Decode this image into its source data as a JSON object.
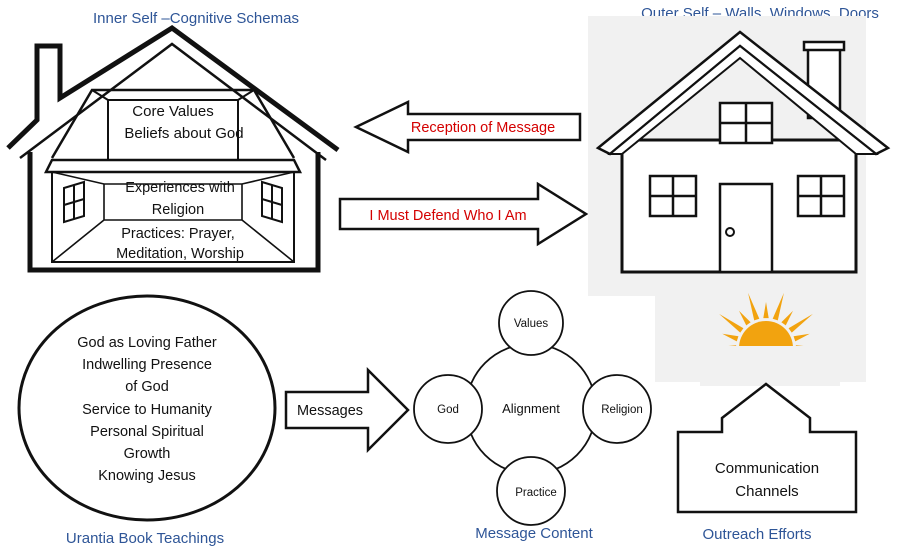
{
  "inner_self": {
    "title": "Inner Self –Cognitive Schemas",
    "attic_lines": [
      "Core Values",
      "Beliefs about God"
    ],
    "room_lines": [
      "Experiences with",
      "Religion",
      "Practices: Prayer,",
      "Meditation, Worship"
    ]
  },
  "outer_self": {
    "title": "Outer Self – Walls, Windows, Doors"
  },
  "arrows": {
    "reception": "Reception of Message",
    "defend": "I Must Defend Who I Am",
    "messages": "Messages"
  },
  "teachings": {
    "caption": "Urantia Book Teachings",
    "lines": [
      "God as Loving Father",
      "Indwelling Presence",
      "of God",
      "Service to Humanity",
      "Personal Spiritual",
      "Growth",
      "Knowing Jesus"
    ]
  },
  "message_content": {
    "caption": "Message Content",
    "center": "Alignment",
    "top": "Values",
    "left": "God",
    "right": "Religion",
    "bottom": "Practice"
  },
  "outreach": {
    "caption": "Outreach Efforts",
    "box_lines": [
      "Communication",
      "Channels"
    ]
  },
  "colors": {
    "caption_blue": "#2e5597",
    "arrow_text_red": "#d40000",
    "sun_orange": "#f2a30f",
    "panel_gray": "#f1f1f1"
  }
}
